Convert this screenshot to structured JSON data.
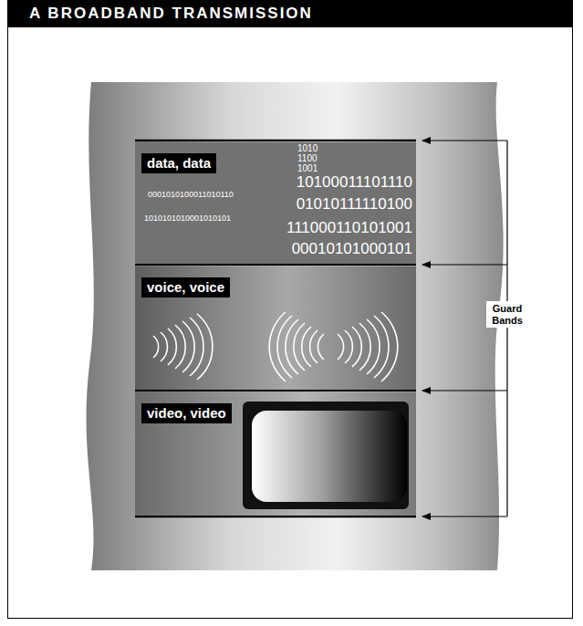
{
  "diagram": {
    "title": "A BROADBAND TRANSMISSION",
    "nodes": [
      {
        "text": [
          "data, data"
        ]
      },
      {
        "text": [
          "voice, voice"
        ]
      },
      {
        "text": [
          "video, video"
        ]
      }
    ],
    "labels": [
      "1010",
      "1100",
      "1001",
      "10100011101110",
      "0001010100011010110",
      "01010111110100",
      "1010101010001010101",
      "111000110101001",
      "00010101000101",
      "Guard Bands"
    ]
  }
}
